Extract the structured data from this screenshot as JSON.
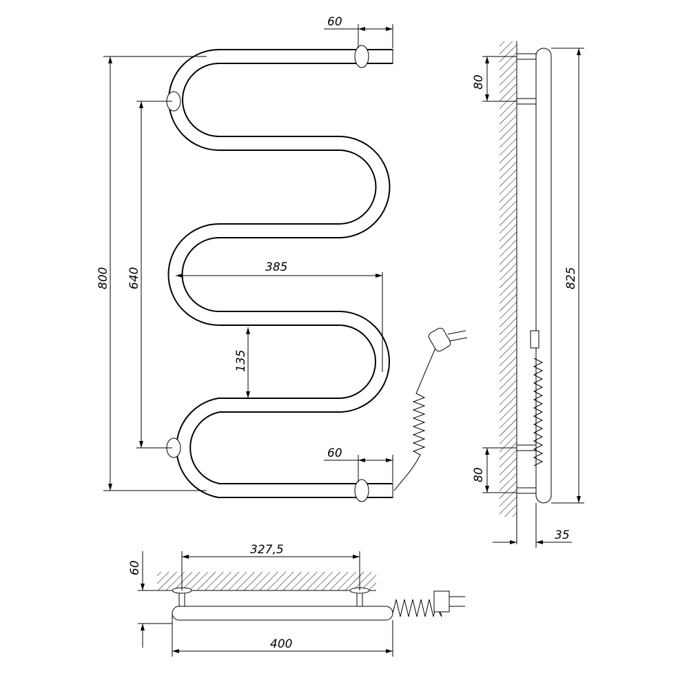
{
  "drawing": {
    "front_view": {
      "dim_top_offset": "60",
      "dim_bottom_offset": "60",
      "dim_total_height": "800",
      "dim_mount_height": "640",
      "dim_width": "385",
      "dim_pitch": "135"
    },
    "side_view": {
      "dim_top_bracket": "80",
      "dim_bottom_bracket": "80",
      "dim_total_height": "825",
      "dim_depth": "35"
    },
    "top_view": {
      "dim_wall_offset": "60",
      "dim_mount_width": "327,5",
      "dim_total_width": "400"
    }
  }
}
